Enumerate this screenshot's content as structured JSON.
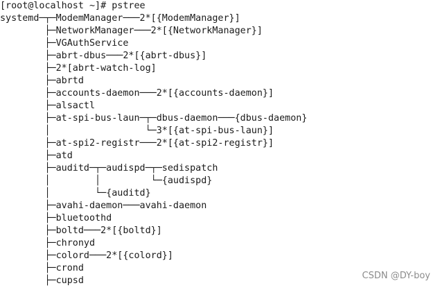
{
  "terminal": {
    "prompt_line": "[root@localhost ~]# pstree",
    "lines": [
      "systemd─┬─ModemManager───2*[{ModemManager}]",
      "        ├─NetworkManager───2*[{NetworkManager}]",
      "        ├─VGAuthService",
      "        ├─abrt-dbus───2*[{abrt-dbus}]",
      "        ├─2*[abrt-watch-log]",
      "        ├─abrtd",
      "        ├─accounts-daemon───2*[{accounts-daemon}]",
      "        ├─alsactl",
      "        ├─at-spi-bus-laun─┬─dbus-daemon───{dbus-daemon}",
      "        │                 └─3*[{at-spi-bus-laun}]",
      "        ├─at-spi2-registr───2*[{at-spi2-registr}]",
      "        ├─atd",
      "        ├─auditd─┬─audispd─┬─sedispatch",
      "        │        │         └─{audispd}",
      "        │        └─{auditd}",
      "        ├─avahi-daemon───avahi-daemon",
      "        ├─bluetoothd",
      "        ├─boltd───2*[{boltd}]",
      "        ├─chronyd",
      "        ├─colord───2*[{colord}]",
      "        ├─crond",
      "        ├─cupsd"
    ]
  },
  "watermark": "CSDN @DY-boy"
}
